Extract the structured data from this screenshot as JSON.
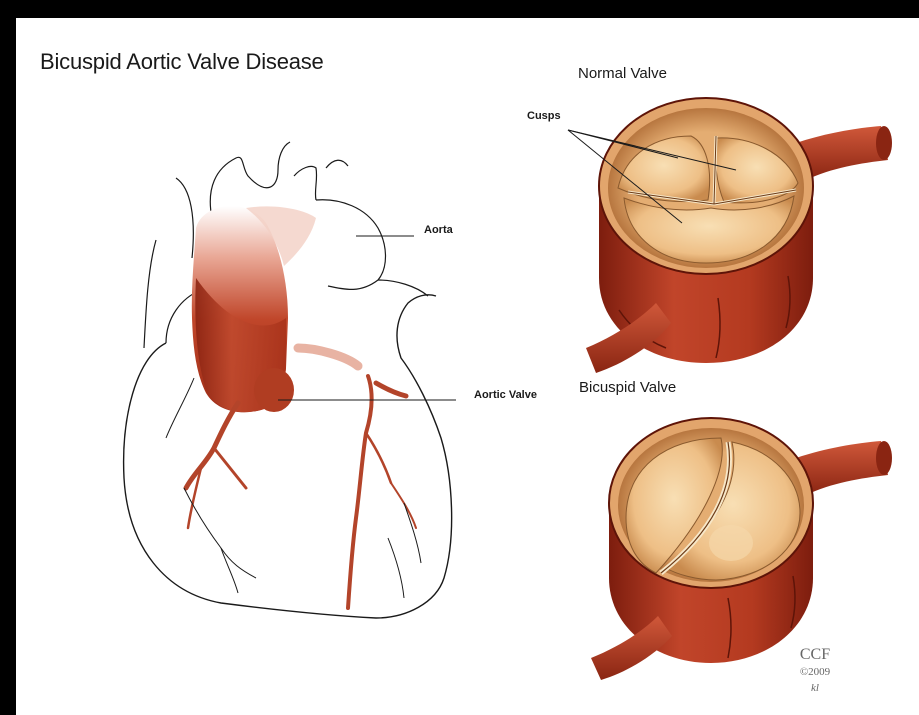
{
  "title": "Bicuspid Aortic Valve Disease",
  "panels": {
    "normal": {
      "title": "Normal Valve",
      "label_cusps": "Cusps"
    },
    "bicuspid": {
      "title": "Bicuspid Valve"
    }
  },
  "heart_labels": {
    "aorta": "Aorta",
    "aortic_valve": "Aortic Valve"
  },
  "credit": {
    "org": "CCF",
    "copyright": "©2009",
    "initials": "kl"
  },
  "colors": {
    "vessel_red": "#b8391f",
    "vessel_dark": "#7d1d0e",
    "cusp_tan": "#efc38c",
    "cusp_light": "#f8dfb4",
    "line": "#1a1a1a",
    "background": "#ffffff"
  }
}
